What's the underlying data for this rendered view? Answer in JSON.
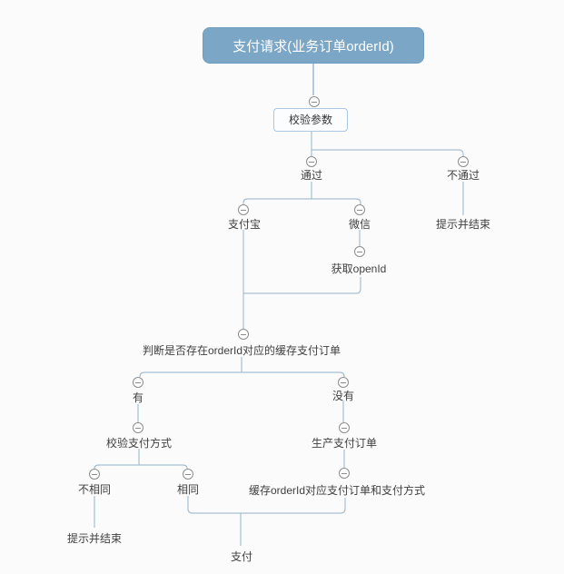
{
  "colors": {
    "root_bg": "#7ba6c6",
    "root_text": "#ffffff",
    "box_border": "#aac8e2",
    "connector": "#a6c0d2",
    "collapse_icon": "#8c8c8c",
    "label_text": "#404040",
    "page_bg": "#fbfbfb"
  },
  "mindmap": {
    "root": "支付请求(业务订单orderId)",
    "nodes": {
      "check_params": "校验参数",
      "pass": "通过",
      "fail": "不通过",
      "fail_end": "提示并结束",
      "alipay": "支付宝",
      "wechat": "微信",
      "get_openid": "获取openId",
      "judge_cached_order": "判断是否存在orderId对应的缓存支付订单",
      "exists": "有",
      "not_exists": "没有",
      "verify_pay_method": "校验支付方式",
      "create_pay_order": "生产支付订单",
      "different": "不相同",
      "same": "相同",
      "cache_pay_order": "缓存orderId对应支付订单和支付方式",
      "prompt_end": "提示并结束",
      "pay": "支付"
    }
  }
}
